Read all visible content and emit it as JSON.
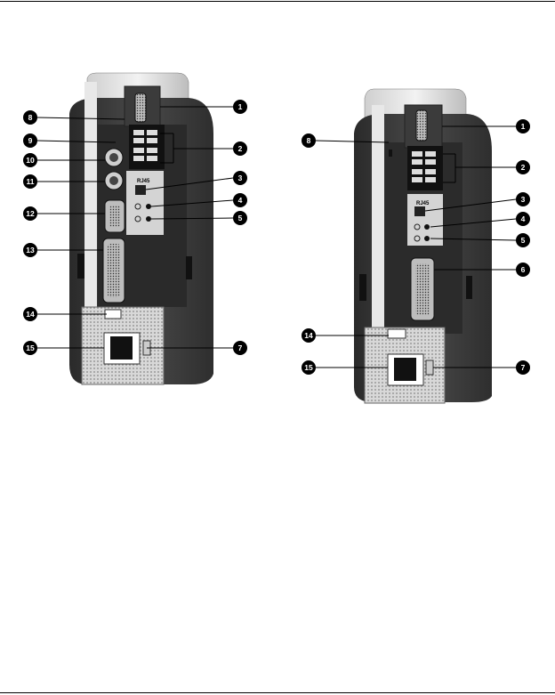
{
  "figure": {
    "callouts_left": [
      "1",
      "2",
      "3",
      "4",
      "5",
      "7",
      "8",
      "9",
      "10",
      "11",
      "12",
      "13",
      "14",
      "15"
    ],
    "callouts_right": [
      "1",
      "2",
      "3",
      "4",
      "5",
      "6",
      "7",
      "8",
      "14",
      "15"
    ],
    "rj45_label": "RJ45"
  },
  "colors": {
    "rule": "#000000",
    "chassis": "#3a3a3a",
    "callout_fill": "#000000",
    "callout_text": "#ffffff"
  }
}
